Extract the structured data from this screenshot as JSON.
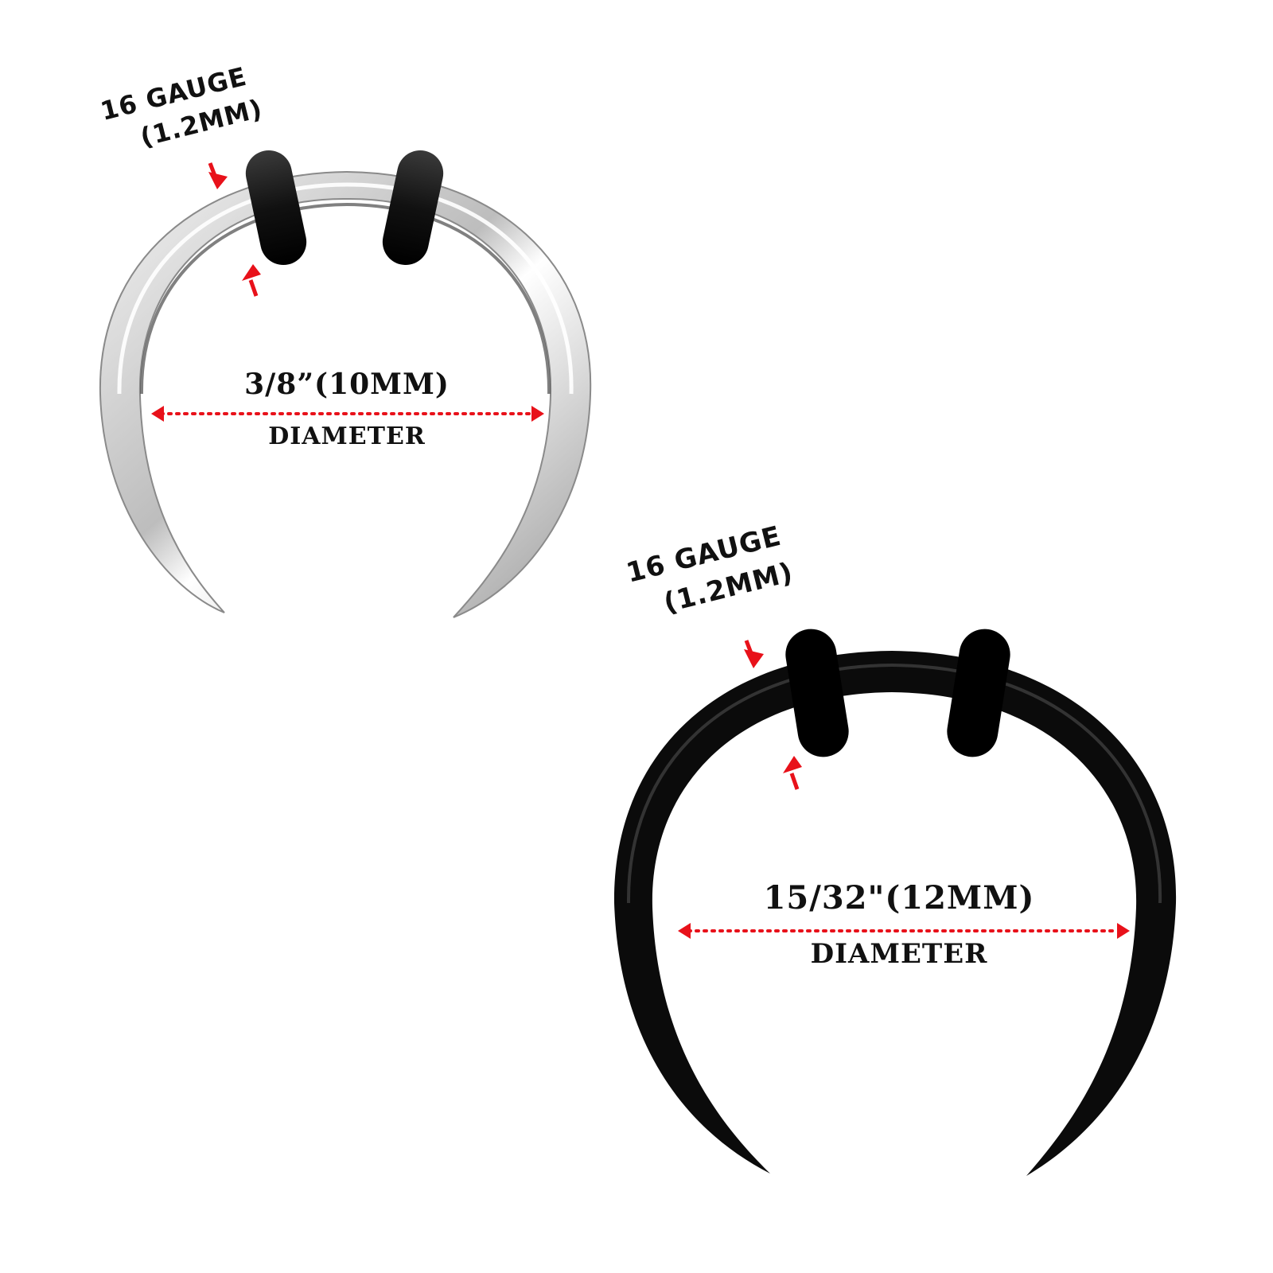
{
  "colors": {
    "background": "#ffffff",
    "arrow_red": "#e8111a",
    "ring_silver": "#c9c9c9",
    "ring_black": "#0b0b0b",
    "o_ring": "#000000",
    "text": "#111111"
  },
  "silver_ring": {
    "gauge_line1": "16 GAUGE",
    "gauge_line2": "(1.2MM)",
    "diameter_value": "3/8”(10MM)",
    "diameter_label": "DIAMETER"
  },
  "black_ring": {
    "gauge_line1": "16 GAUGE",
    "gauge_line2": "(1.2MM)",
    "diameter_value": "15/32\"(12MM)",
    "diameter_label": "DIAMETER"
  }
}
